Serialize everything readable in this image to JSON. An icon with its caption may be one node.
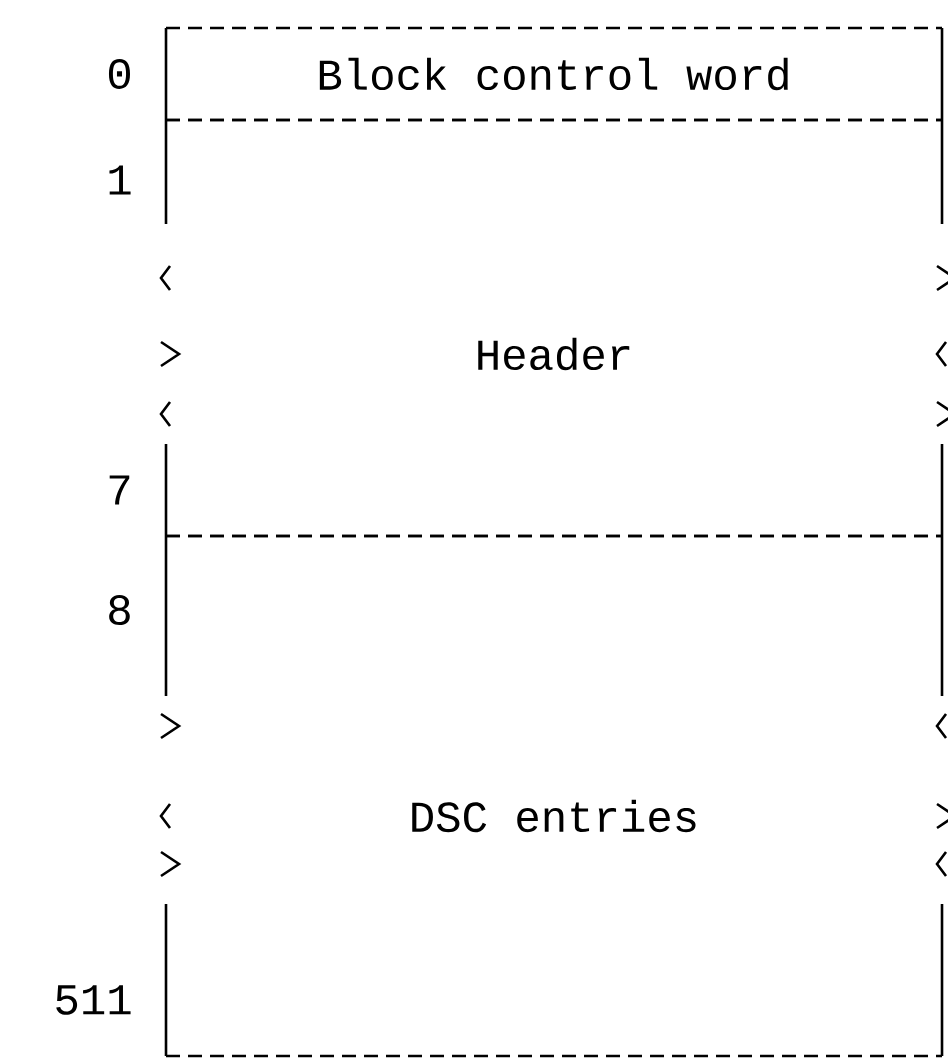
{
  "diagram": {
    "nodes": [
      {
        "text": [
          "Block control word"
        ],
        "beside": [
          "0"
        ]
      },
      {
        "text": [
          "Header"
        ],
        "beside": [
          "1",
          "7"
        ]
      },
      {
        "text": [
          "DSC entries"
        ],
        "beside": [
          "8",
          "511"
        ]
      }
    ]
  }
}
